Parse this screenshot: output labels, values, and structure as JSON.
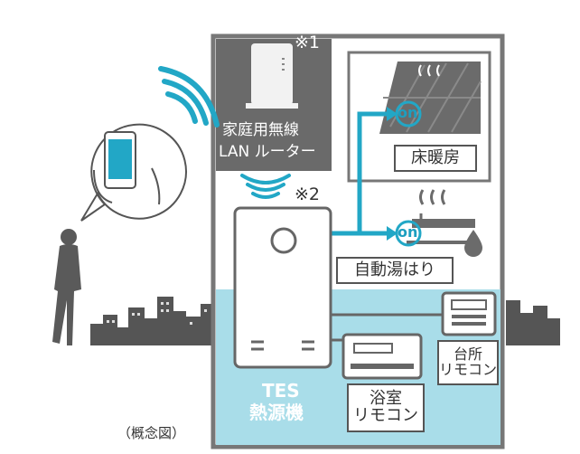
{
  "colors": {
    "house_border": "#777777",
    "router_panel": "#6a6a6a",
    "water": "#a9dde9",
    "flow": "#22a7c6",
    "wifi": "#22a7c6",
    "on_badge": "#1d9fc0",
    "silhouette": "#5a5a5a"
  },
  "icons": [
    "smartphone-in-hand-icon",
    "person-silhouette-icon",
    "wifi-waves-icon",
    "router-icon",
    "floor-heating-icon",
    "bathtub-icon",
    "water-drop-icon",
    "heat-source-unit-icon",
    "kitchen-remote-icon",
    "bath-remote-icon"
  ],
  "router": {
    "line1": "家庭用無線",
    "line2": "LAN ルーター",
    "note": "※1"
  },
  "heat_source_note": "※2",
  "floor_heating": {
    "badge": "on",
    "label": "床暖房"
  },
  "auto_bath": {
    "badge": "on",
    "label": "自動湯はり"
  },
  "kitchen_remote": {
    "line1": "台所",
    "line2": "リモコン"
  },
  "bath_remote": {
    "line1": "浴室",
    "line2": "リモコン"
  },
  "unit": {
    "line1": "TES",
    "line2": "熱源機"
  },
  "caption": "（概念図）"
}
